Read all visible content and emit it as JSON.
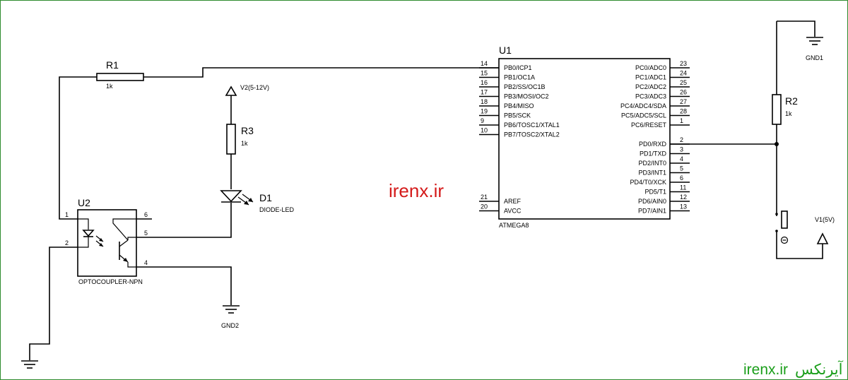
{
  "u1": {
    "ref": "U1",
    "part": "ATMEGA8",
    "left_pins": [
      {
        "num": "14",
        "name": "PB0/ICP1"
      },
      {
        "num": "15",
        "name": "PB1/OC1A"
      },
      {
        "num": "16",
        "name": "PB2/SS/OC1B"
      },
      {
        "num": "17",
        "name": "PB3/MOSI/OC2"
      },
      {
        "num": "18",
        "name": "PB4/MISO"
      },
      {
        "num": "19",
        "name": "PB5/SCK"
      },
      {
        "num": "9",
        "name": "PB6/TOSC1/XTAL1"
      },
      {
        "num": "10",
        "name": "PB7/TOSC2/XTAL2"
      }
    ],
    "left_pins_bottom": [
      {
        "num": "21",
        "name": "AREF"
      },
      {
        "num": "20",
        "name": "AVCC"
      }
    ],
    "right_pins_top": [
      {
        "num": "23",
        "name": "PC0/ADC0"
      },
      {
        "num": "24",
        "name": "PC1/ADC1"
      },
      {
        "num": "25",
        "name": "PC2/ADC2"
      },
      {
        "num": "26",
        "name": "PC3/ADC3"
      },
      {
        "num": "27",
        "name": "PC4/ADC4/SDA"
      },
      {
        "num": "28",
        "name": "PC5/ADC5/SCL"
      },
      {
        "num": "1",
        "name": "PC6/RESET"
      }
    ],
    "right_pins_bottom": [
      {
        "num": "2",
        "name": "PD0/RXD"
      },
      {
        "num": "3",
        "name": "PD1/TXD"
      },
      {
        "num": "4",
        "name": "PD2/INT0"
      },
      {
        "num": "5",
        "name": "PD3/INT1"
      },
      {
        "num": "6",
        "name": "PD4/T0/XCK"
      },
      {
        "num": "11",
        "name": "PD5/T1"
      },
      {
        "num": "12",
        "name": "PD6/AIN0"
      },
      {
        "num": "13",
        "name": "PD7/AIN1"
      }
    ]
  },
  "u2": {
    "ref": "U2",
    "part": "OPTOCOUPLER-NPN",
    "pins": {
      "p1": "1",
      "p2": "2",
      "p4": "4",
      "p5": "5",
      "p6": "6"
    }
  },
  "r1": {
    "ref": "R1",
    "value": "1k"
  },
  "r2": {
    "ref": "R2",
    "value": "1k"
  },
  "r3": {
    "ref": "R3",
    "value": "1k"
  },
  "d1": {
    "ref": "D1",
    "part": "DIODE-LED"
  },
  "power": {
    "v2": "V2(5-12V)",
    "v1": "V1(5V)",
    "gnd1": "GND1",
    "gnd2": "GND2"
  },
  "watermark": {
    "center": "irenx.ir",
    "footer_en": "irenx.ir",
    "footer_fa": "آیرنکس"
  },
  "colors": {
    "watermark_red": "#d41a1a",
    "watermark_green": "#1a9e1a",
    "frame_green": "#2e8b2e"
  }
}
